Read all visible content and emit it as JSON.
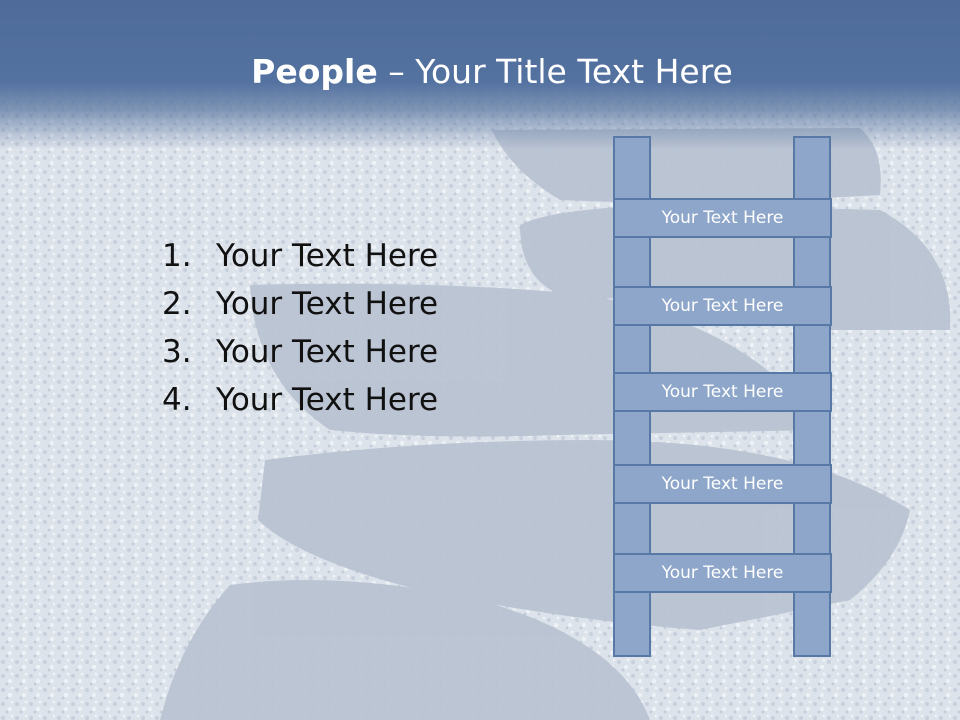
{
  "title": {
    "bold": "People",
    "rest": " – Your Title Text Here"
  },
  "list": [
    {
      "num": "1.",
      "text": "Your Text Here"
    },
    {
      "num": "2.",
      "text": "Your Text Here"
    },
    {
      "num": "3.",
      "text": "Your Text Here"
    },
    {
      "num": "4.",
      "text": "Your Text Here"
    }
  ],
  "ladder": {
    "rungs": [
      "Your Text Here",
      "Your Text Here",
      "Your Text Here",
      "Your Text Here",
      "Your Text Here"
    ]
  },
  "colors": {
    "header": "#4e6b99",
    "ladder_fill": "#8ea6c9",
    "ladder_border": "#5879a6",
    "stone": "#b9c3d2",
    "gravel": "#d9dfe8"
  }
}
